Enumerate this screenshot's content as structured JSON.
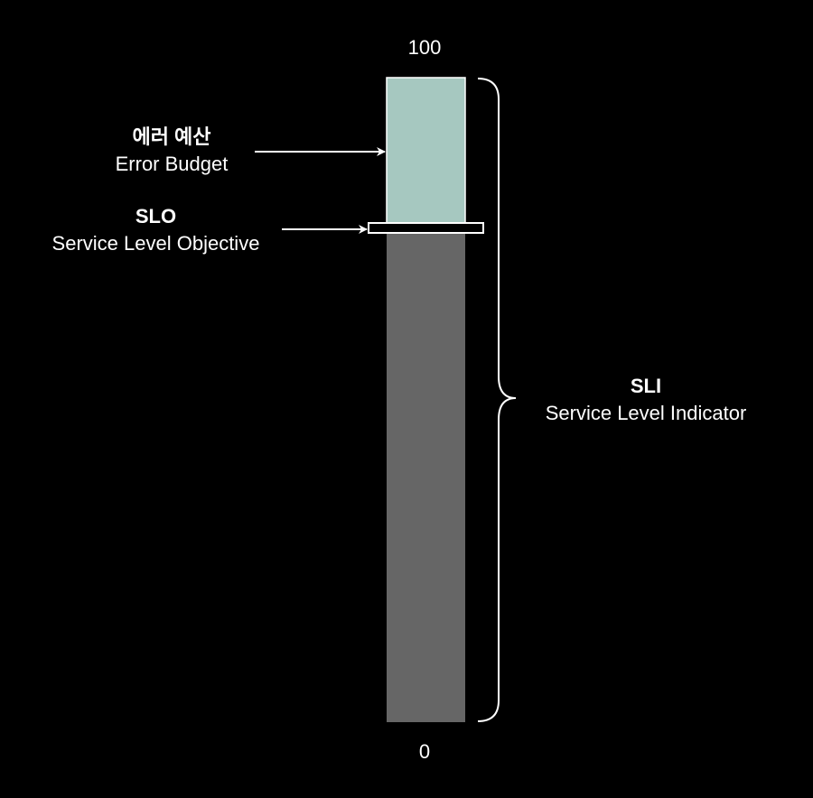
{
  "scale": {
    "max_label": "100",
    "min_label": "0"
  },
  "error_budget": {
    "title": "에러 예산",
    "subtitle": "Error Budget"
  },
  "slo": {
    "title": "SLO",
    "subtitle": "Service Level Objective"
  },
  "sli": {
    "title": "SLI",
    "subtitle": "Service Level Indicator"
  },
  "colors": {
    "background": "#000000",
    "error_budget_fill": "#a6c8c0",
    "sli_fill": "#666666",
    "slo_marker_fill": "#000000",
    "stroke": "#ffffff",
    "text": "#ffffff"
  }
}
